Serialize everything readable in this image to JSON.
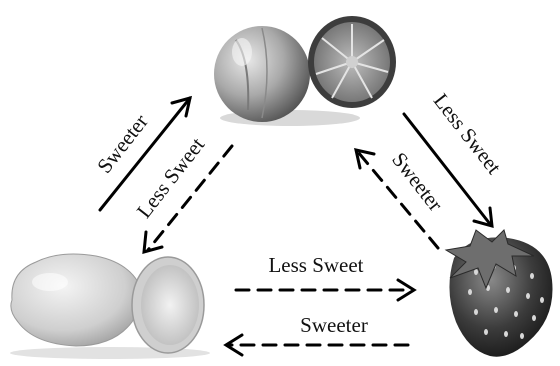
{
  "nodes": [
    {
      "id": "grapefruit",
      "icon": "grapefruit-icon"
    },
    {
      "id": "lemon",
      "icon": "lemon-icon"
    },
    {
      "id": "strawberry",
      "icon": "strawberry-icon"
    }
  ],
  "edges": [
    {
      "id": "lemon-to-grapefruit",
      "from": "lemon",
      "to": "grapefruit",
      "label": "Sweeter",
      "style": "solid"
    },
    {
      "id": "grapefruit-to-lemon",
      "from": "grapefruit",
      "to": "lemon",
      "label": "Less Sweet",
      "style": "dashed"
    },
    {
      "id": "grapefruit-to-strawberry",
      "from": "grapefruit",
      "to": "strawberry",
      "label": "Less Sweet",
      "style": "solid"
    },
    {
      "id": "strawberry-to-grapefruit",
      "from": "strawberry",
      "to": "grapefruit",
      "label": "Sweeter",
      "style": "dashed"
    },
    {
      "id": "lemon-to-strawberry",
      "from": "lemon",
      "to": "strawberry",
      "label": "Less Sweet",
      "style": "dashed"
    },
    {
      "id": "strawberry-to-lemon",
      "from": "strawberry",
      "to": "lemon",
      "label": "Sweeter",
      "style": "dashed"
    }
  ]
}
